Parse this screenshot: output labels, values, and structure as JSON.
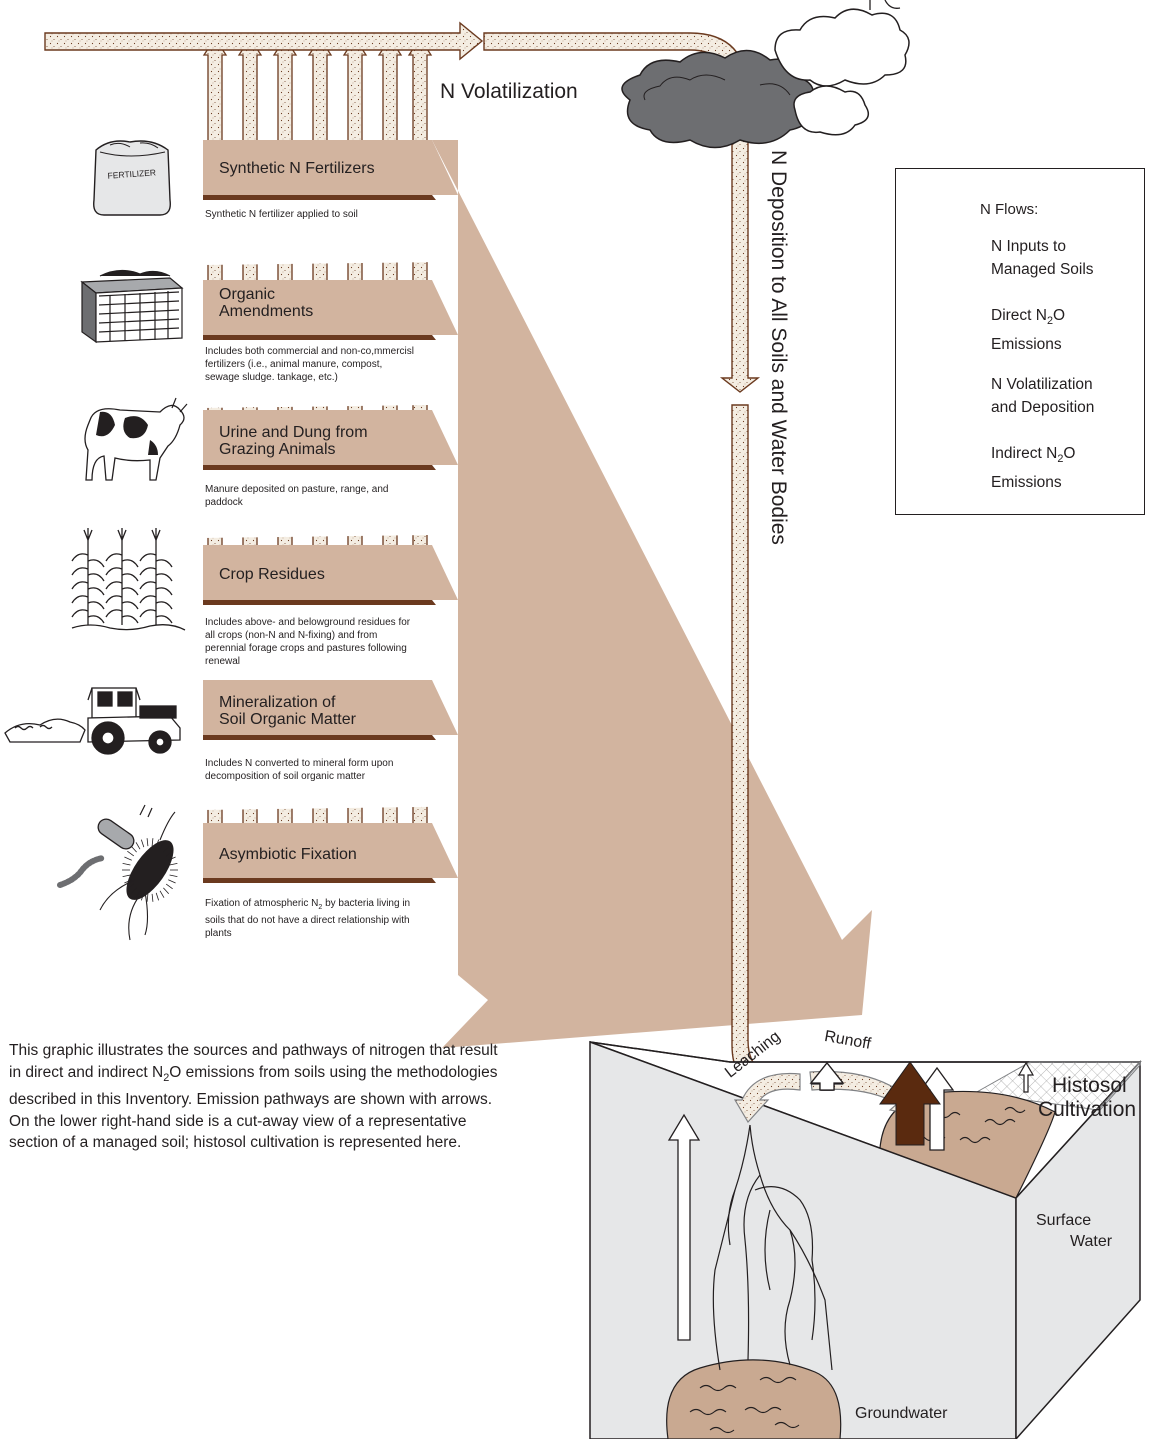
{
  "labels": {
    "volatilization": "N Volatilization",
    "deposition": "N Deposition to All Soils and Water Bodies",
    "histosol_line1": "Histosol",
    "histosol_line2": "Cultivation",
    "leaching": "Leaching",
    "runoff": "Runoff",
    "surface_line1": "Surface",
    "surface_line2": "Water",
    "groundwater": "Groundwater",
    "fertilizer_bag": "FERTILIZER"
  },
  "sources": [
    {
      "title": "Synthetic N Fertilizers",
      "desc": "Synthetic N fertilizer applied to soil",
      "icon": "fertilizer-bag-icon"
    },
    {
      "title": "Organic\nAmendments",
      "desc": "Includes both commercial and non-co,mmercisl fertilizers (i.e., animal manure, compost, sewage sludge. tankage, etc.)",
      "icon": "compost-bin-icon"
    },
    {
      "title": "Urine and Dung from\nGrazing Animals",
      "desc": "Manure deposited on pasture, range, and paddock",
      "icon": "cow-icon"
    },
    {
      "title": "Crop Residues",
      "desc": "Includes above- and belowground residues for all crops (non-N and N-fixing) and from perennial forage crops and pastures  following renewal",
      "icon": "corn-plants-icon"
    },
    {
      "title": "Mineralization of\nSoil Organic Matter",
      "desc": "Includes N converted to mineral form upon decomposition of soil organic matter",
      "icon": "tractor-icon"
    },
    {
      "title": "Asymbiotic Fixation",
      "desc": "Fixation of atmospheric N₂ by bacteria living in soils that do not have a direct relationship with plants",
      "icon": "bacteria-icon"
    }
  ],
  "legend": {
    "title": "N Flows:",
    "items": [
      {
        "label": "N Inputs to\nManaged Soils",
        "style": "solid",
        "color": "#d2b49f"
      },
      {
        "label": "Direct N₂O\nEmissions",
        "style": "solid",
        "color": "#5a2a0f"
      },
      {
        "label": "N Volatilization\nand Deposition",
        "style": "dotted",
        "color": "#f3ebe0"
      },
      {
        "label": "Indirect N₂O\nEmissions",
        "style": "outline",
        "color": "#ffffff"
      }
    ]
  },
  "caption": "This graphic illustrates the sources and pathways of nitrogen that result\nin direct and indirect N₂O emissions from soils using the methodologies\ndescribed in this Inventory. Emission pathways are shown with arrows.\nOn the lower right-hand side is a cut-away view of a representative\nsection of a managed soil; histosol cultivation is represented here.",
  "colors": {
    "tan": "#d2b49f",
    "dark_brown": "#5a2a0f",
    "outline_brown": "#6b3a1f",
    "dotted_fill": "#f3ebe0",
    "soil_side": "#e6e7e8",
    "water": "#c9a991"
  }
}
